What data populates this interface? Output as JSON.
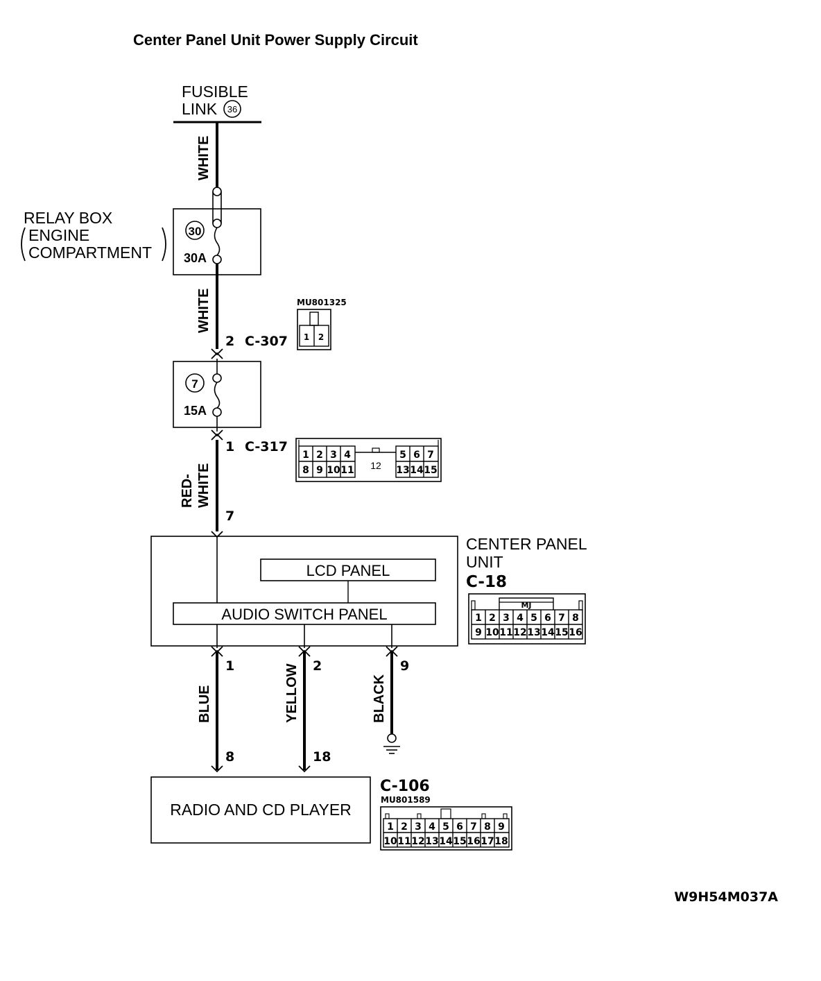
{
  "title": "Center Panel Unit Power Supply Circuit",
  "fusible_link": {
    "line1": "FUSIBLE",
    "line2": "LINK",
    "number": "36"
  },
  "relay_box": {
    "line1": "RELAY BOX",
    "line2": "ENGINE",
    "line3": "COMPARTMENT",
    "fuse_number": "30",
    "fuse_rating": "30A"
  },
  "fuse_7": {
    "number": "7",
    "rating": "15A"
  },
  "wires": {
    "white_top": "WHITE",
    "white_mid": "WHITE",
    "red_white_1": "RED-",
    "red_white_2": "WHITE",
    "blue": "BLUE",
    "yellow": "YELLOW",
    "black": "BLACK"
  },
  "connectors": {
    "c307": {
      "pin": "2",
      "name": "C-307",
      "part": "MU801325",
      "pins": [
        "1",
        "2"
      ]
    },
    "c317": {
      "pin": "1",
      "name": "C-317",
      "top_pins": [
        "1",
        "2",
        "3",
        "4",
        "5",
        "6",
        "7"
      ],
      "center_pin": "12",
      "bottom_pins": [
        "8",
        "9",
        "10",
        "11",
        "13",
        "14",
        "15"
      ]
    },
    "c18": {
      "name": "C-18",
      "mark": "MJ",
      "top_pins": [
        "1",
        "2",
        "3",
        "4",
        "5",
        "6",
        "7",
        "8"
      ],
      "bottom_pins": [
        "9",
        "10",
        "11",
        "12",
        "13",
        "14",
        "15",
        "16"
      ]
    },
    "c106": {
      "name": "C-106",
      "part": "MU801589",
      "top_pins": [
        "1",
        "2",
        "3",
        "4",
        "5",
        "6",
        "7",
        "8",
        "9"
      ],
      "bottom_pins": [
        "10",
        "11",
        "12",
        "13",
        "14",
        "15",
        "16",
        "17",
        "18"
      ]
    }
  },
  "center_panel": {
    "line1": "CENTER PANEL",
    "line2": "UNIT",
    "connector": "C-18",
    "input_pin": "7",
    "lcd_panel": "LCD PANEL",
    "audio_switch_panel": "AUDIO SWITCH PANEL",
    "out_pins": [
      "1",
      "2",
      "9"
    ]
  },
  "radio": {
    "label": "RADIO AND CD PLAYER",
    "pins": [
      "8",
      "18"
    ]
  },
  "figure_code": "W9H54M037A"
}
